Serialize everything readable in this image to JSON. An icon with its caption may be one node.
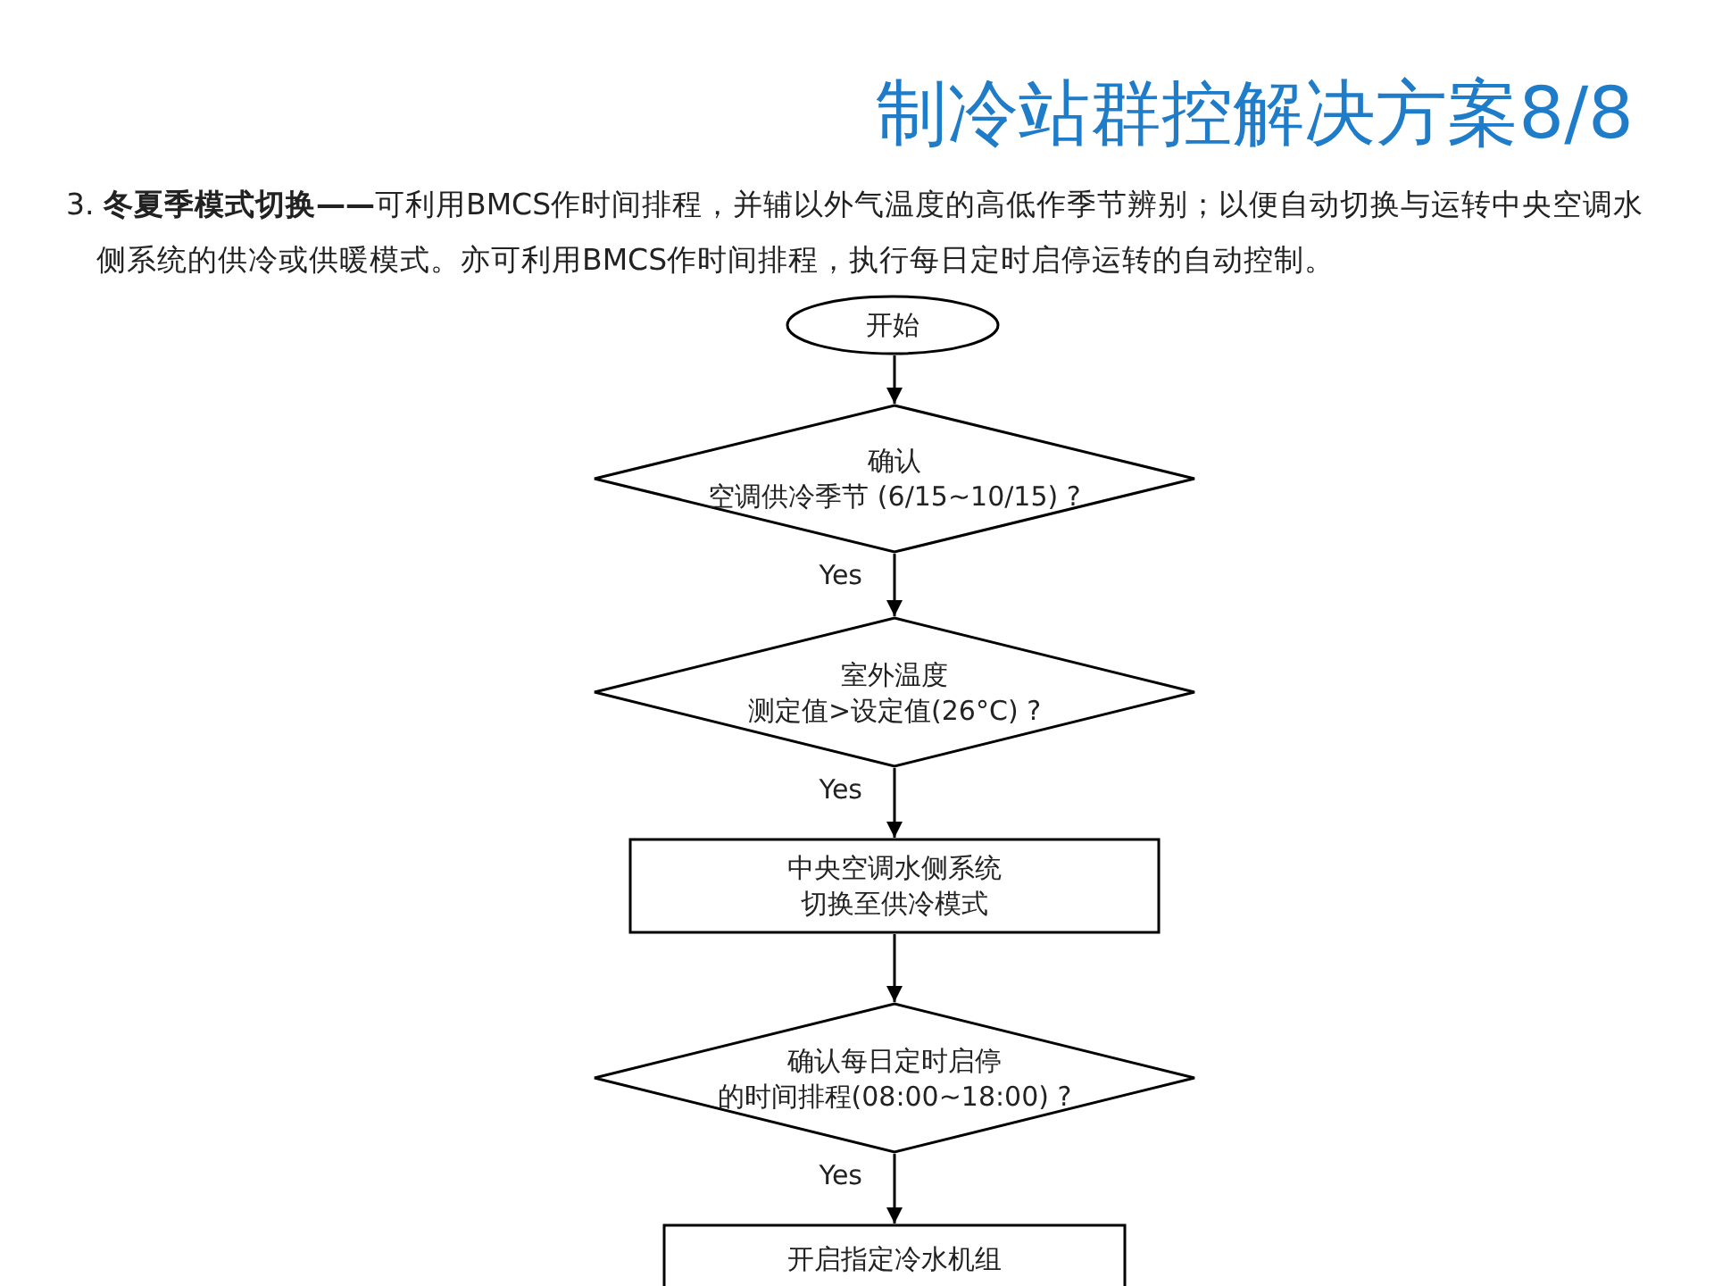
{
  "diagram": {
    "title": "制冷站群控解决方案8/8",
    "nodes": [
      {
        "text": [
          "开始"
        ]
      },
      {
        "text": [
          "确认",
          "空调供冷季节 (6/15~10/15) ?"
        ]
      },
      {
        "text": [
          "室外温度",
          "测定值>设定值(26°C) ?"
        ]
      },
      {
        "text": [
          "中央空调水侧系统",
          "切换至供冷模式"
        ]
      },
      {
        "text": [
          "确认每日定时启停",
          "的时间排程(08:00~18:00) ?"
        ]
      },
      {
        "text": [
          "开启指定冷水机组"
        ]
      }
    ],
    "edges": [
      {
        "from": 0,
        "to": 1,
        "arrow": "to"
      },
      {
        "from": 1,
        "to": 2,
        "arrow": "to",
        "label": "Yes"
      },
      {
        "from": 2,
        "to": 3,
        "arrow": "to",
        "label": "Yes"
      },
      {
        "from": 3,
        "to": 4,
        "arrow": "to"
      },
      {
        "from": 4,
        "to": 5,
        "arrow": "to",
        "label": "Yes"
      }
    ],
    "labels": [
      "3. **冬夏季模式切换——**可利用BMCS作时间排程，并辅以外气温度的高低作季节辨别；以便自动切换与运转中央空调水侧系统的供冷或供暖模式。亦可利用BMCS作时间排程，执行每日定时启停运转的自动控制。"
    ]
  }
}
